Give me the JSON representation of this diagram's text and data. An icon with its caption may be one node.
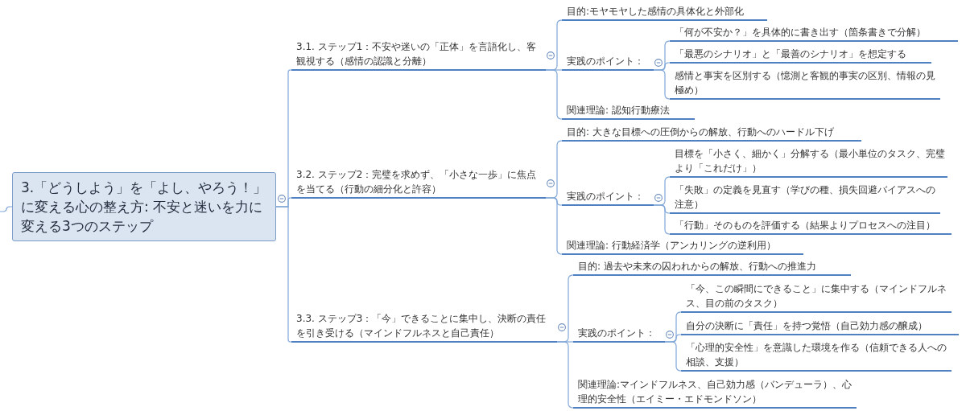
{
  "diagram": {
    "nodes": [
      {
        "text": [
          "3.「どうしよう」を「よし、やろう！」に変える心の整え方: 不安と迷いを力に変える3つのステップ"
        ]
      },
      {
        "text": [
          "3.1. ステップ1：不安や迷いの「正体」を言語化し、客観視する（感情の認識と分離）"
        ]
      },
      {
        "text": [
          "目的:モヤモヤした感情の具体化と外部化"
        ]
      },
      {
        "text": [
          "実践のポイント："
        ]
      },
      {
        "text": [
          "「何が不安か？」を具体的に書き出す（箇条書きで分解）"
        ]
      },
      {
        "text": [
          "「最悪のシナリオ」と「最善のシナリオ」を想定する"
        ]
      },
      {
        "text": [
          "感情と事実を区別する（憶測と客観的事実の区別、情報の見極め）"
        ]
      },
      {
        "text": [
          "関連理論: 認知行動療法"
        ]
      },
      {
        "text": [
          "3.2. ステップ2：完璧を求めず、「小さな一歩」に焦点を当てる（行動の細分化と許容）"
        ]
      },
      {
        "text": [
          "目的: 大きな目標への圧倒からの解放、行動へのハードル下げ"
        ]
      },
      {
        "text": [
          "実践のポイント："
        ]
      },
      {
        "text": [
          "目標を「小さく、細かく」分解する（最小単位のタスク、完璧より「これだけ」）"
        ]
      },
      {
        "text": [
          "「失敗」の定義を見直す（学びの種、損失回避バイアスへの注意）"
        ]
      },
      {
        "text": [
          "「行動」そのものを評価する（結果よりプロセスへの注目）"
        ]
      },
      {
        "text": [
          "関連理論: 行動経済学（アンカリングの逆利用）"
        ]
      },
      {
        "text": [
          "3.3. ステップ3：「今」できることに集中し、決断の責任を引き受ける（マインドフルネスと自己責任）"
        ]
      },
      {
        "text": [
          "目的: 過去や未来の囚われからの解放、行動への推進力"
        ]
      },
      {
        "text": [
          "実践のポイント："
        ]
      },
      {
        "text": [
          "「今、この瞬間にできること」に集中する（マインドフルネス、目の前のタスク）"
        ]
      },
      {
        "text": [
          "自分の決断に「責任」を持つ覚悟（自己効力感の醸成）"
        ]
      },
      {
        "text": [
          "「心理的安全性」を意識した環境を作る（信頼できる人への相談、支援）"
        ]
      },
      {
        "text": [
          "関連理論:マインドフルネス、自己効力感（バンデューラ）、心理的安全性（エイミー・エドモンドソン）"
        ]
      }
    ],
    "edges": [
      {
        "from": null,
        "to": 0,
        "arrow": "none"
      },
      {
        "from": 0,
        "to": 1,
        "arrow": "none"
      },
      {
        "from": 0,
        "to": 8,
        "arrow": "none"
      },
      {
        "from": 0,
        "to": 15,
        "arrow": "none"
      },
      {
        "from": 1,
        "to": 2,
        "arrow": "none"
      },
      {
        "from": 1,
        "to": 3,
        "arrow": "none"
      },
      {
        "from": 1,
        "to": 7,
        "arrow": "none"
      },
      {
        "from": 3,
        "to": 4,
        "arrow": "none"
      },
      {
        "from": 3,
        "to": 5,
        "arrow": "none"
      },
      {
        "from": 3,
        "to": 6,
        "arrow": "none"
      },
      {
        "from": 8,
        "to": 9,
        "arrow": "none"
      },
      {
        "from": 8,
        "to": 10,
        "arrow": "none"
      },
      {
        "from": 8,
        "to": 14,
        "arrow": "none"
      },
      {
        "from": 10,
        "to": 11,
        "arrow": "none"
      },
      {
        "from": 10,
        "to": 12,
        "arrow": "none"
      },
      {
        "from": 10,
        "to": 13,
        "arrow": "none"
      },
      {
        "from": 15,
        "to": 16,
        "arrow": "none"
      },
      {
        "from": 15,
        "to": 17,
        "arrow": "none"
      },
      {
        "from": 15,
        "to": 21,
        "arrow": "none"
      },
      {
        "from": 17,
        "to": 18,
        "arrow": "none"
      },
      {
        "from": 17,
        "to": 19,
        "arrow": "none"
      },
      {
        "from": 17,
        "to": 20,
        "arrow": "none"
      }
    ]
  }
}
